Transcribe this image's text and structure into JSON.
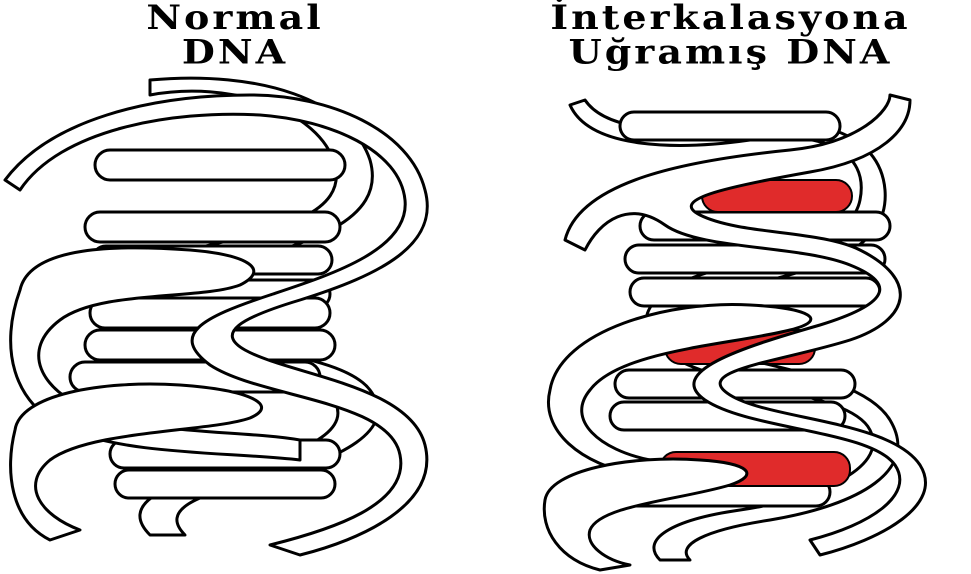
{
  "figure": {
    "left_panel": {
      "title_line1": "Normal",
      "title_line2": "DNA"
    },
    "right_panel": {
      "title_line1": "İnterkalasyona",
      "title_line2": "Uğramış DNA"
    }
  },
  "colors": {
    "background": "#ffffff",
    "outline": "#000000",
    "strand_fill": "#ffffff",
    "intercalator": "#e02b2b"
  }
}
